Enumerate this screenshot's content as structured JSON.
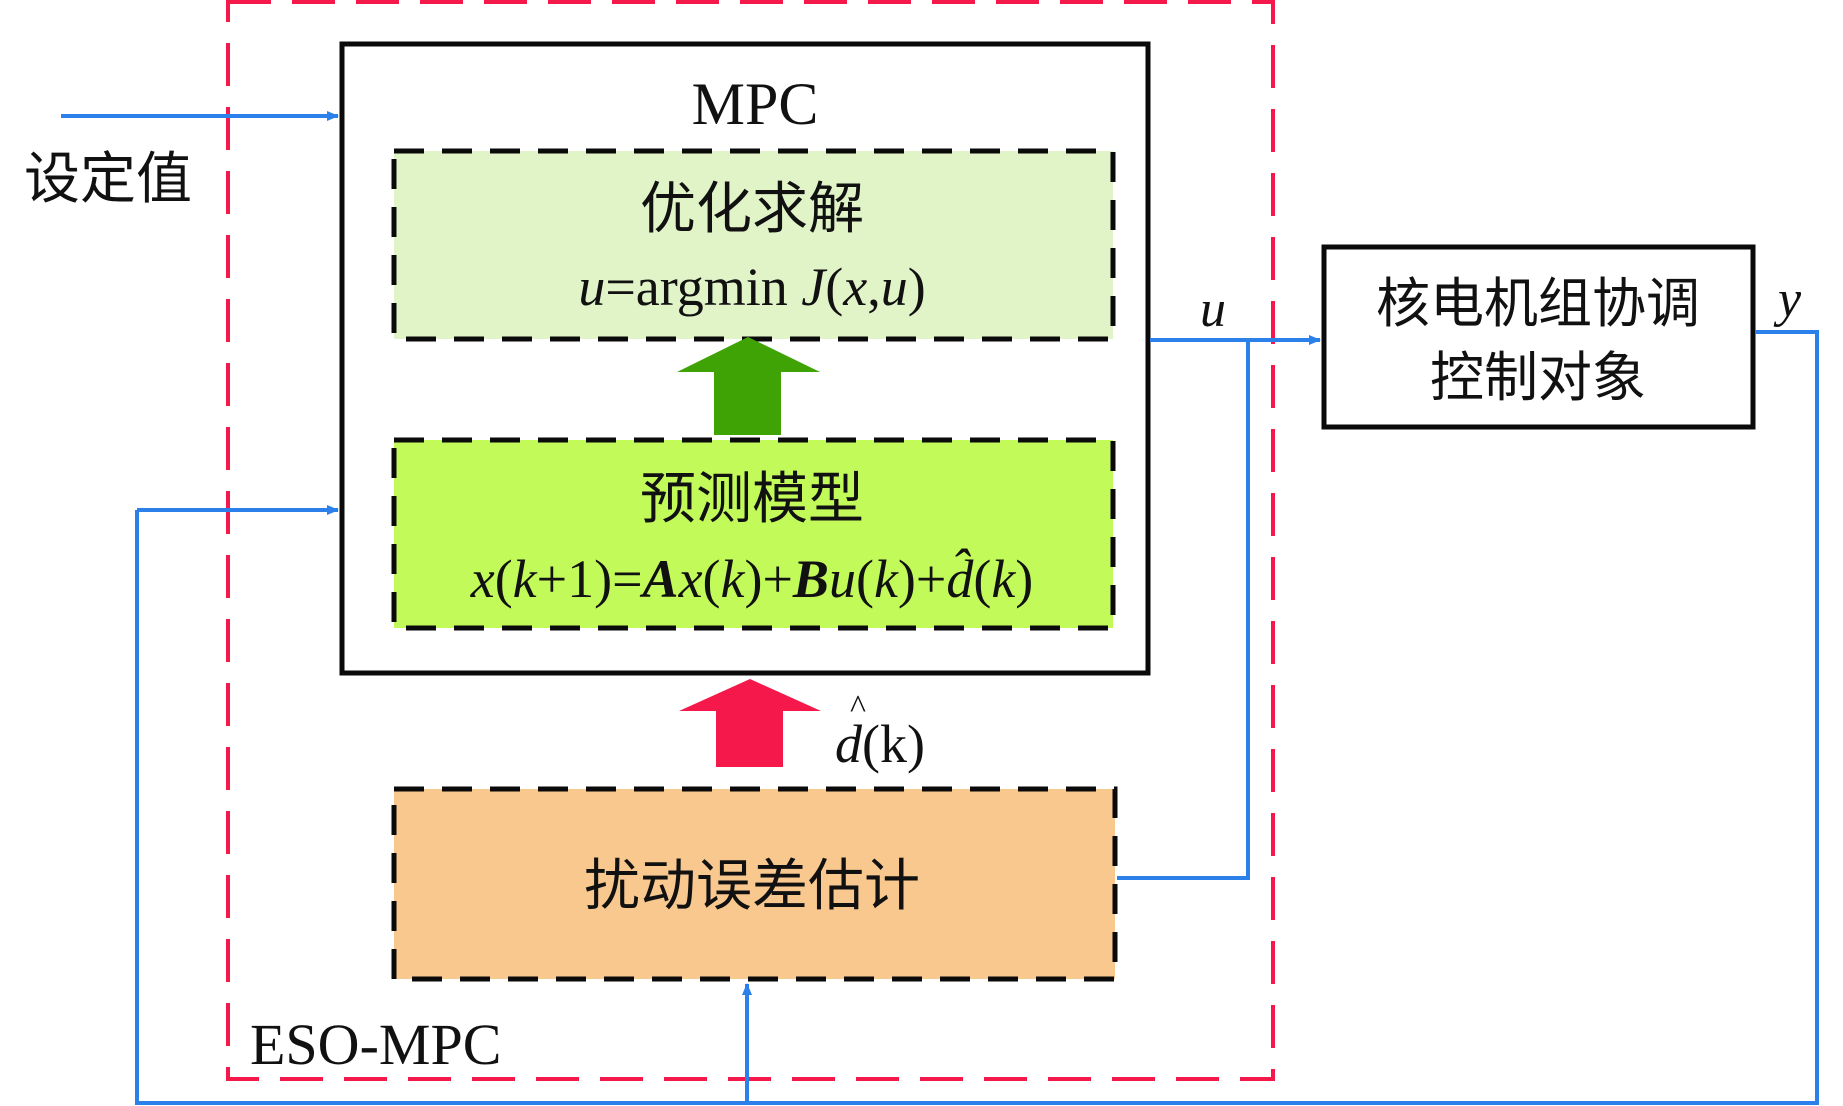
{
  "colors": {
    "signal_line": "#2b80ea",
    "eso_boundary": "#f5184a",
    "block_border": "#0a0a0a",
    "optimization_fill": "#e0f4c8",
    "prediction_fill": "#c2fa5a",
    "disturbance_fill": "#f8c88e",
    "forward_arrow": "#3fa305",
    "estimate_arrow": "#f5184a"
  },
  "inputs": {
    "setpoint_label": "设定值"
  },
  "eso_mpc": {
    "label": "ESO-MPC"
  },
  "mpc": {
    "title": "MPC",
    "optimization": {
      "title": "优化求解",
      "formula_lhs": "u",
      "formula_eq": "=argmin ",
      "formula_J": "J",
      "formula_args_open": "(",
      "formula_x": "x",
      "formula_comma": ",",
      "formula_u": "u",
      "formula_args_close": ")"
    },
    "prediction": {
      "title": "预测模型",
      "formula_parts": [
        {
          "text": "x",
          "style": "italic"
        },
        {
          "text": "(",
          "style": "normal"
        },
        {
          "text": "k",
          "style": "italic"
        },
        {
          "text": "+1)=",
          "style": "normal"
        },
        {
          "text": "A",
          "style": "bold-italic"
        },
        {
          "text": "x",
          "style": "italic"
        },
        {
          "text": "(",
          "style": "normal"
        },
        {
          "text": "k",
          "style": "italic"
        },
        {
          "text": ")+",
          "style": "normal"
        },
        {
          "text": "B",
          "style": "bold-italic"
        },
        {
          "text": "u",
          "style": "italic"
        },
        {
          "text": "(",
          "style": "normal"
        },
        {
          "text": "k",
          "style": "italic"
        },
        {
          "text": ")+",
          "style": "normal"
        },
        {
          "text": "d̂",
          "style": "italic"
        },
        {
          "text": "(",
          "style": "normal"
        },
        {
          "text": "k",
          "style": "italic"
        },
        {
          "text": ")",
          "style": "normal"
        }
      ]
    }
  },
  "disturbance_estimator": {
    "title": "扰动误差估计",
    "output_label_d": "d",
    "output_label_hat": "^",
    "output_label_args": "(k)"
  },
  "plant": {
    "line1": "核电机组协调",
    "line2": "控制对象"
  },
  "signals": {
    "control_label": "u",
    "output_label": "y"
  }
}
